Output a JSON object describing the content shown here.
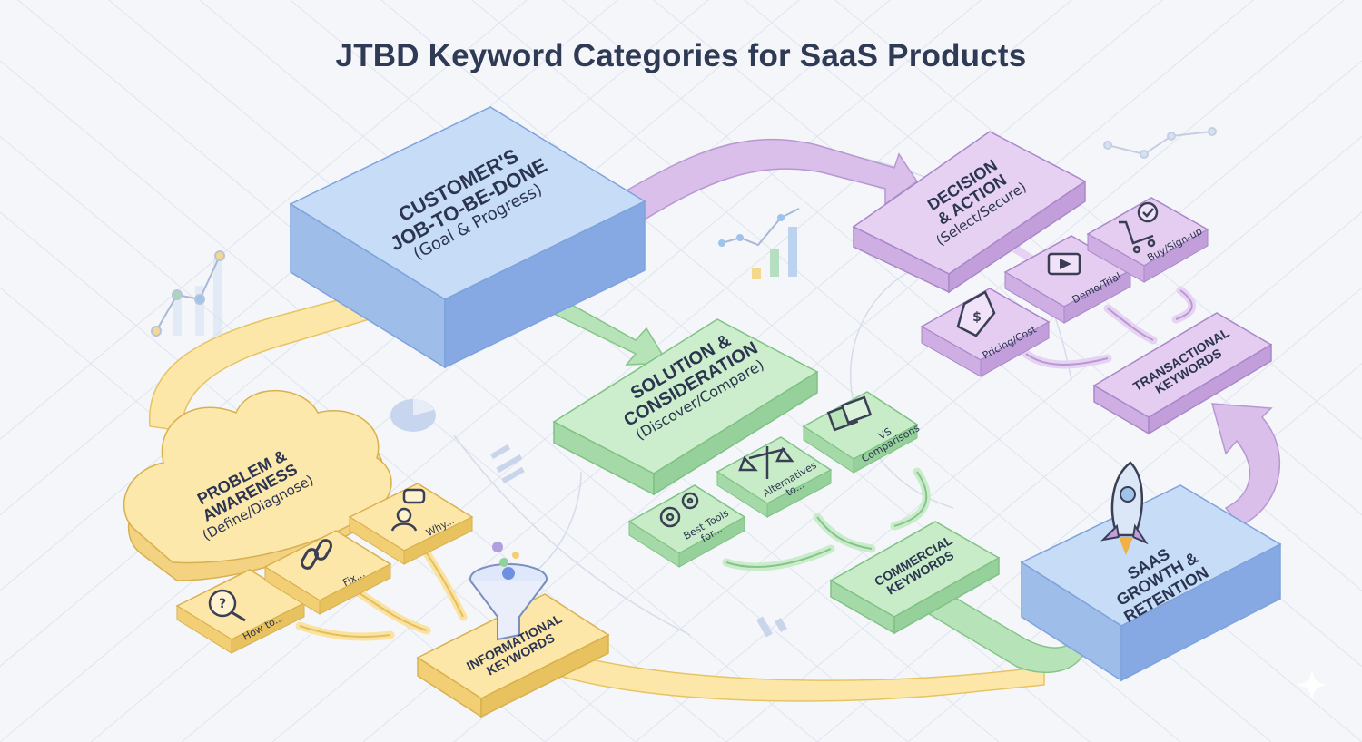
{
  "title": "JTBD Keyword Categories for SaaS Products",
  "nodes": {
    "job": {
      "title_line1": "Customer's",
      "title_line2": "Job-to-be-Done",
      "subtitle": "(Goal & Progress)"
    },
    "problem": {
      "title_line1": "Problem &",
      "title_line2": "Awareness",
      "subtitle": "(Define/Diagnose)"
    },
    "solution": {
      "title_line1": "Solution &",
      "title_line2": "Consideration",
      "subtitle": "(Discover/Compare)"
    },
    "decision": {
      "title_line1": "Decision",
      "title_line2": "& Action",
      "subtitle": "(Select/Secure)"
    },
    "growth": {
      "title_line1": "SaaS",
      "title_line2": "Growth &",
      "title_line3": "Retention"
    }
  },
  "keyword_groups": {
    "informational": {
      "line1": "Informational",
      "line2": "Keywords"
    },
    "commercial": {
      "line1": "Commercial",
      "line2": "Keywords"
    },
    "transactional": {
      "line1": "Transactional",
      "line2": "Keywords"
    }
  },
  "query_cards": {
    "how_to": "How to...",
    "fix": "Fix...",
    "why": "Why...",
    "best_tools": "Best Tools for...",
    "alternatives": "Alternatives to...",
    "vs": "VS Comparisons",
    "pricing": "Pricing/Cost",
    "demo": "Demo/Trial",
    "buy": "Buy/Sign-up"
  },
  "colors": {
    "blue_top": "#b9d5f5",
    "blue_side": "#8fb3ea",
    "yellow_top": "#fde7a8",
    "yellow_side": "#f2cf74",
    "green_top": "#c8ecc8",
    "green_side": "#9dd59f",
    "purple_top": "#e4cdf0",
    "purple_side": "#c7a3de",
    "text": "#2b3550"
  },
  "icons": [
    "magnifier-question-icon",
    "broken-link-icon",
    "person-chat-icon",
    "funnel-icon",
    "gears-icon",
    "scales-icon",
    "overlap-squares-icon",
    "price-tag-icon",
    "play-video-icon",
    "cart-check-icon",
    "rocket-icon",
    "pie-chart-icon",
    "line-chart-icon",
    "bar-chart-icon"
  ]
}
